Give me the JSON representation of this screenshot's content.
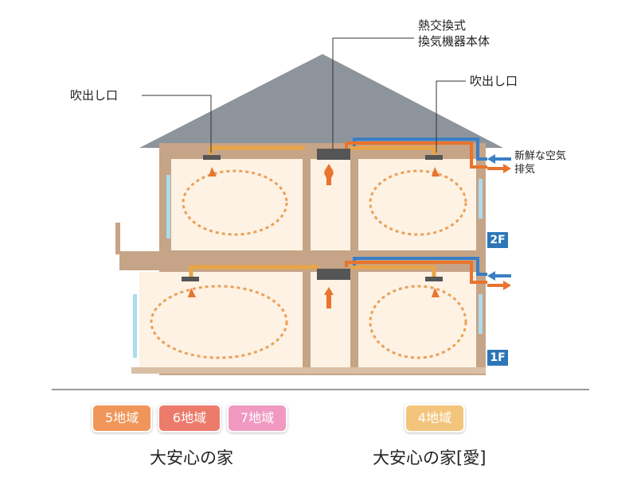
{
  "callouts": {
    "outlet_left": "吹出し口",
    "outlet_right": "吹出し口",
    "unit_line1": "熱交換式",
    "unit_line2": "換気機器本体",
    "fresh_air": "新鮮な空気",
    "exhaust": "排気"
  },
  "floors": {
    "upper": "2F",
    "lower": "1F"
  },
  "regions": [
    {
      "label": "5地域",
      "color": "#f0965a"
    },
    {
      "label": "6地域",
      "color": "#ec7b6c"
    },
    {
      "label": "7地域",
      "color": "#f09ac2"
    },
    {
      "label": "4地域",
      "color": "#f3c57c"
    }
  ],
  "captions": {
    "left": "大安心の家",
    "right": "大安心の家[愛]"
  },
  "colors": {
    "supply_duct": "#e9a446",
    "fresh_duct": "#3a7fc4",
    "exhaust_arrow": "#e8742e",
    "wall": "#c6a487",
    "room": "#fdf2e3",
    "roof": "#8e949b"
  }
}
